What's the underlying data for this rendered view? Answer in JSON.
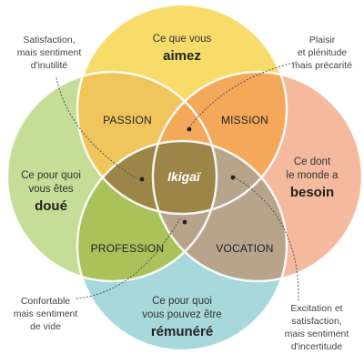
{
  "diagram": {
    "center": "Ikigaï",
    "circles": {
      "top": {
        "line1": "Ce que vous",
        "strong": "aimez",
        "color": "#f8dc6a"
      },
      "left": {
        "line1": "Ce pour quoi",
        "line2": "vous êtes",
        "strong": "doué",
        "color": "#c5dd96"
      },
      "right": {
        "line1": "Ce dont",
        "line2": "le monde a",
        "strong": "besoin",
        "color": "#f5b99e"
      },
      "bottom": {
        "line1": "Ce pour quoi",
        "line2": "vous pouvez être",
        "strong": "rémunéré",
        "color": "#a6d8dc"
      }
    },
    "zones": {
      "passion": "PASSION",
      "mission": "MISSION",
      "profession": "PROFESSION",
      "vocation": "VOCATION"
    },
    "annotations": {
      "top_left": [
        "Satisfaction,",
        "mais sentiment",
        "d'inutilité"
      ],
      "top_right": [
        "Plaisir",
        "et plénitude",
        "mais précarité"
      ],
      "bottom_left": [
        "Confortable",
        "mais sentiment",
        "de vide"
      ],
      "bottom_right": [
        "Excitation et",
        "satisfaction,",
        "mais sentiment",
        "d'incertitude"
      ]
    },
    "overlap_colors": {
      "passion": "#f0c55c",
      "mission": "#f3a85a",
      "profession": "#a9c25a",
      "vocation": "#b7a48b",
      "center": "#9b8547"
    }
  }
}
